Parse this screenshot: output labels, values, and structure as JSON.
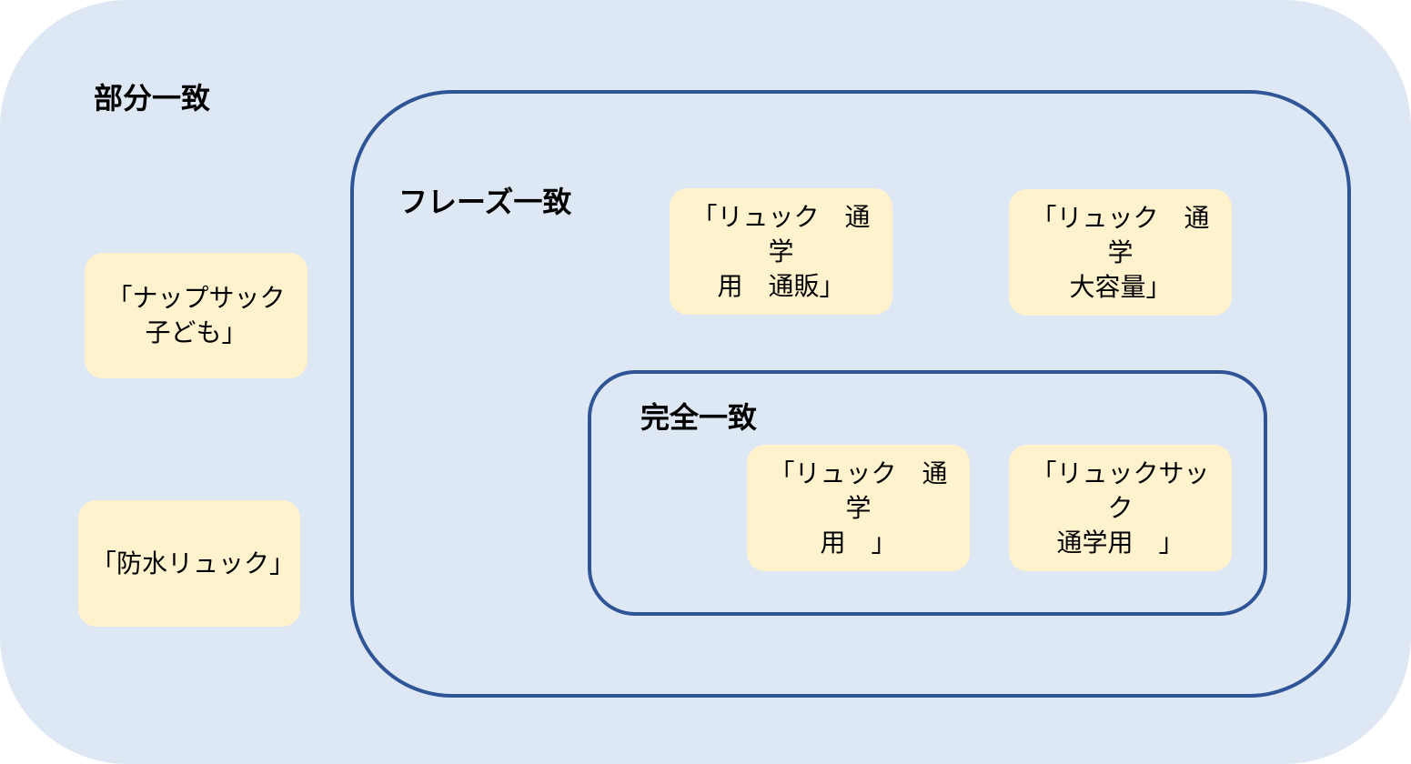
{
  "headings": {
    "partial": "部分一致",
    "phrase": "フレーズ一致",
    "exact": "完全一致"
  },
  "keywords": {
    "partial": [
      "「ナップサック\n子ども」",
      "「防水リュック」"
    ],
    "phrase": [
      "「リュック　通学\n用　通販」",
      "「リュック　通学\n大容量」"
    ],
    "exact": [
      "「リュック　通学\n用　」",
      "「リュックサック\n通学用　」"
    ]
  },
  "colors": {
    "outer_background": "#dee8f5",
    "frame_border": "#2f5597",
    "keyword_box": "#fff2cc"
  }
}
